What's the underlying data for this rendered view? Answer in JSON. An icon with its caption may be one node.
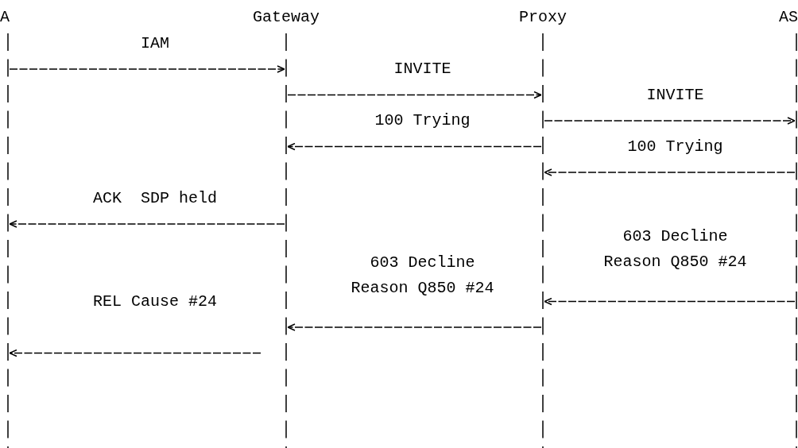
{
  "diagram": {
    "nodes": [
      {
        "text": [
          "A"
        ]
      },
      {
        "text": [
          "Gateway"
        ]
      },
      {
        "text": [
          "Proxy"
        ]
      },
      {
        "text": [
          "AS"
        ]
      }
    ],
    "edges": [
      {
        "from": 0,
        "to": 1,
        "arrow": "to",
        "label": "IAM"
      },
      {
        "from": 1,
        "to": 2,
        "arrow": "to",
        "label": "INVITE"
      },
      {
        "from": 2,
        "to": 3,
        "arrow": "to",
        "label": "INVITE"
      },
      {
        "from": 2,
        "to": 1,
        "arrow": "to",
        "label": "100 Trying"
      },
      {
        "from": 3,
        "to": 2,
        "arrow": "to",
        "label": "100 Trying"
      },
      {
        "from": 1,
        "to": 0,
        "arrow": "to",
        "label": "ACK  SDP held"
      },
      {
        "from": 3,
        "to": 2,
        "arrow": "to",
        "label": "603 Decline Reason Q850 #24"
      },
      {
        "from": 2,
        "to": 1,
        "arrow": "to",
        "label": "603 Decline Reason Q850 #24"
      },
      {
        "from": 1,
        "to": 0,
        "arrow": "to",
        "label": "REL Cause #24"
      }
    ]
  }
}
